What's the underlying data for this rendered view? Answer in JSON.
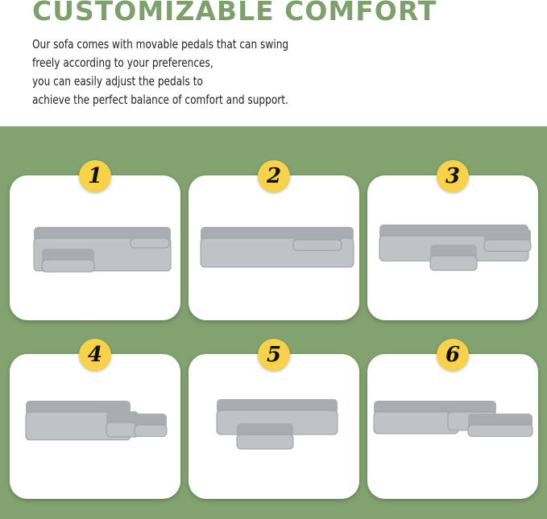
{
  "header": {
    "title": "CUSTOMIZABLE COMFORT",
    "description": [
      "Our sofa comes with movable pedals that can swing",
      "freely according to your preferences,",
      "you can easily adjust the pedals to",
      "achieve the perfect balance of comfort and support."
    ]
  },
  "configurations": [
    {
      "number": "1"
    },
    {
      "number": "2"
    },
    {
      "number": "3"
    },
    {
      "number": "4"
    },
    {
      "number": "5"
    },
    {
      "number": "6"
    }
  ],
  "colors": {
    "green": "#82a36f",
    "title": "#7ea06c",
    "badge": "#f8d34a",
    "sofa": "#b9bcc0"
  }
}
